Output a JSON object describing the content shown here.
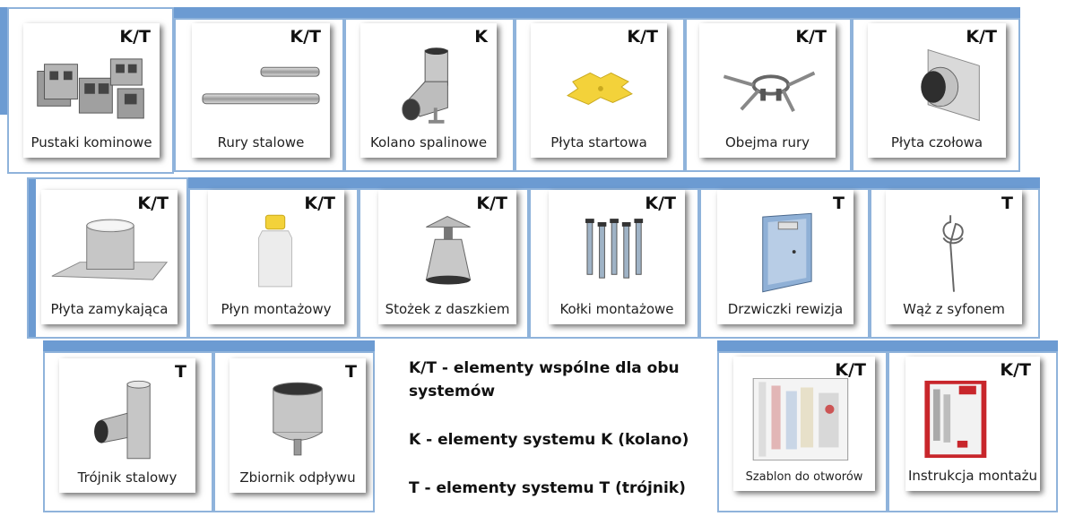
{
  "cards": [
    {
      "id": "pustaki",
      "tag": "K/T",
      "label": "Pustaki kominowe",
      "icon": "chimney-blocks-icon"
    },
    {
      "id": "rury",
      "tag": "K/T",
      "label": "Rury stalowe",
      "icon": "steel-pipes-icon"
    },
    {
      "id": "kolano",
      "tag": "K",
      "label": "Kolano spalinowe",
      "icon": "flue-elbow-icon"
    },
    {
      "id": "plyta-startowa",
      "tag": "K/T",
      "label": "Płyta startowa",
      "icon": "starter-plate-icon"
    },
    {
      "id": "obejma",
      "tag": "K/T",
      "label": "Obejma rury",
      "icon": "pipe-clamp-icon"
    },
    {
      "id": "plyta-czolowa",
      "tag": "K/T",
      "label": "Płyta czołowa",
      "icon": "front-plate-icon"
    },
    {
      "id": "plyta-zamykajaca",
      "tag": "K/T",
      "label": "Płyta zamykająca",
      "icon": "closing-plate-icon"
    },
    {
      "id": "plyn",
      "tag": "K/T",
      "label": "Płyn montażowy",
      "icon": "mounting-fluid-bottle-icon"
    },
    {
      "id": "stozek",
      "tag": "K/T",
      "label": "Stożek z daszkiem",
      "icon": "cone-cap-icon"
    },
    {
      "id": "kolki",
      "tag": "K/T",
      "label": "Kołki montażowe",
      "icon": "wall-plugs-icon"
    },
    {
      "id": "drzwiczki",
      "tag": "T",
      "label": "Drzwiczki rewizja",
      "icon": "inspection-door-icon"
    },
    {
      "id": "waz",
      "tag": "T",
      "label": "Wąż z syfonem",
      "icon": "hose-siphon-icon"
    },
    {
      "id": "trojnik",
      "tag": "T",
      "label": "Trójnik stalowy",
      "icon": "tee-pipe-icon"
    },
    {
      "id": "zbiornik",
      "tag": "T",
      "label": "Zbiornik odpływu",
      "icon": "drain-tank-icon"
    },
    {
      "id": "szablon",
      "tag": "K/T",
      "label": "Szablon do otworów",
      "icon": "template-sheet-icon"
    },
    {
      "id": "instrukcja",
      "tag": "K/T",
      "label": "Instrukcja montażu",
      "icon": "manual-booklet-icon"
    }
  ],
  "legend": {
    "kt": "K/T - elementy wspólne dla obu systemów",
    "k": "K - elementy systemu K (kolano)",
    "t": "T - elementy systemu T (trójnik)"
  },
  "colors": {
    "frame": "#8fb3db",
    "tab": "#6c9bd2",
    "yellow": "#f3d23a"
  }
}
